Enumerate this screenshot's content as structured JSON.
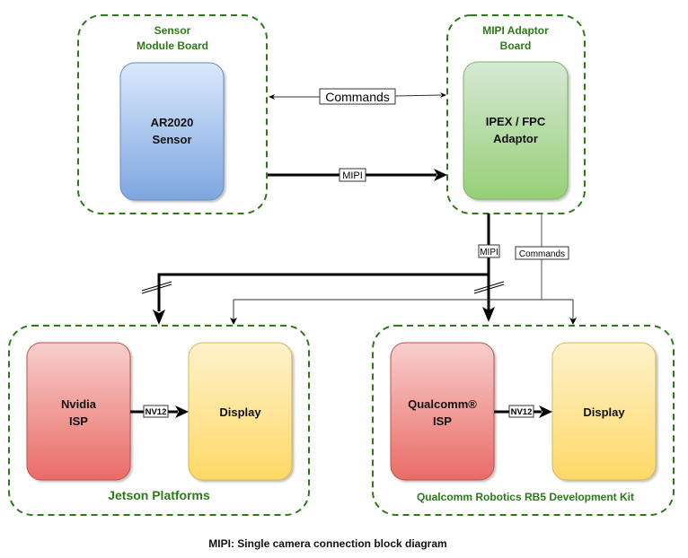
{
  "diagram": {
    "caption": "MIPI: Single camera connection block diagram",
    "colors": {
      "group_border": "#2d7a1a",
      "group_title": "#2d7a1a",
      "sensor_block_top": "#dae8fc",
      "sensor_block_bottom": "#7ea6e0",
      "adaptor_block_top": "#d5e8d4",
      "adaptor_block_bottom": "#97d077",
      "isp_block_top": "#f8cecc",
      "isp_block_bottom": "#ea6b66",
      "display_block_top": "#fff2cc",
      "display_block_bottom": "#ffd966"
    },
    "groups": {
      "sensor_module": {
        "title_line1": "Sensor",
        "title_line2": "Module Board",
        "block_line1": "AR2020",
        "block_line2": "Sensor"
      },
      "mipi_adaptor": {
        "title_line1": "MIPI Adaptor",
        "title_line2": "Board",
        "block_line1": "IPEX / FPC",
        "block_line2": "Adaptor"
      },
      "jetson": {
        "title": "Jetson Platforms",
        "isp_line1": "Nvidia",
        "isp_line2": "ISP",
        "display": "Display",
        "link_label": "NV12"
      },
      "qualcomm": {
        "title": "Qualcomm Robotics RB5 Development Kit",
        "isp_line1": "Qualcomm®",
        "isp_line2": "ISP",
        "display": "Display",
        "link_label": "NV12"
      }
    },
    "connections": {
      "commands_top": "Commands",
      "mipi_top": "MIPI",
      "mipi_down": "MIPI",
      "commands_down": "Commands"
    }
  }
}
